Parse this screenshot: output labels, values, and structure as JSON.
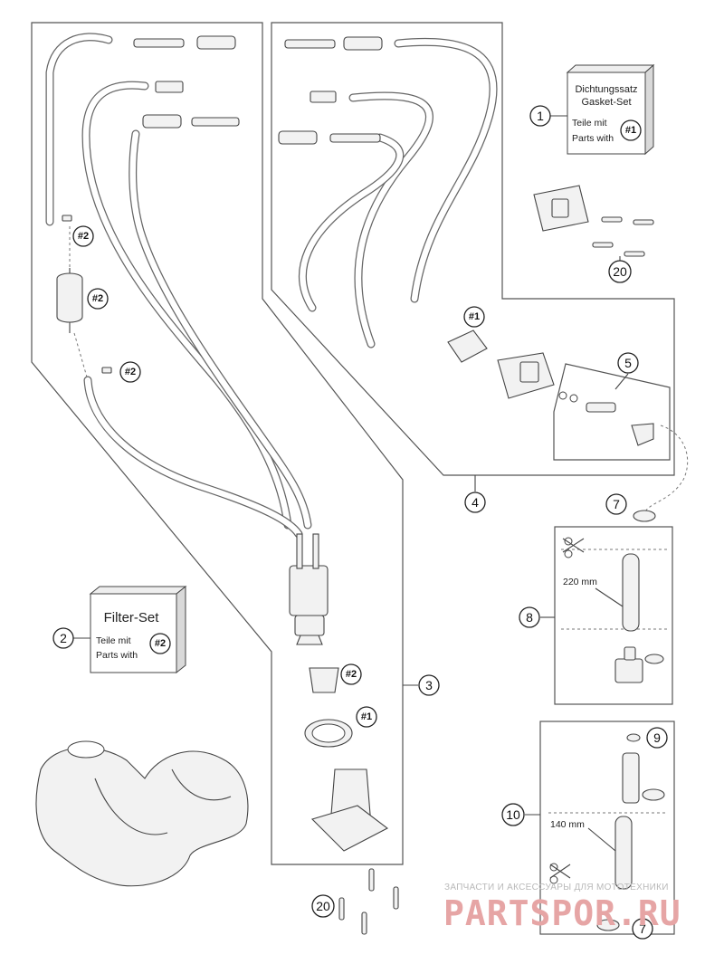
{
  "callouts": {
    "c1": "1",
    "c2": "2",
    "c3": "3",
    "c4": "4",
    "c5": "5",
    "c7a": "7",
    "c7b": "7",
    "c8": "8",
    "c9": "9",
    "c10": "10",
    "c20a": "20",
    "c20b": "20"
  },
  "refs": {
    "r2a": "#2",
    "r2b": "#2",
    "r2c": "#2",
    "r2d": "#2",
    "r1a": "#1",
    "r1b": "#1"
  },
  "gasket_box": {
    "line1": "Dichtungssatz",
    "line2": "Gasket-Set",
    "line3": "Teile mit",
    "line4": "Parts with",
    "ref": "#1"
  },
  "filter_box": {
    "title": "Filter-Set",
    "line1": "Teile mit",
    "line2": "Parts with",
    "ref": "#2"
  },
  "measurements": {
    "hose_220": "220 mm",
    "hose_140": "140 mm"
  },
  "watermark": {
    "tagline": "ЗАПЧАСТИ И АКСЕССУАРЫ ДЛЯ МОТОТЕХНИКИ",
    "brand": "PARTSPOR.RU"
  },
  "colors": {
    "line": "#555555",
    "watermark": "#e6a5a5"
  }
}
